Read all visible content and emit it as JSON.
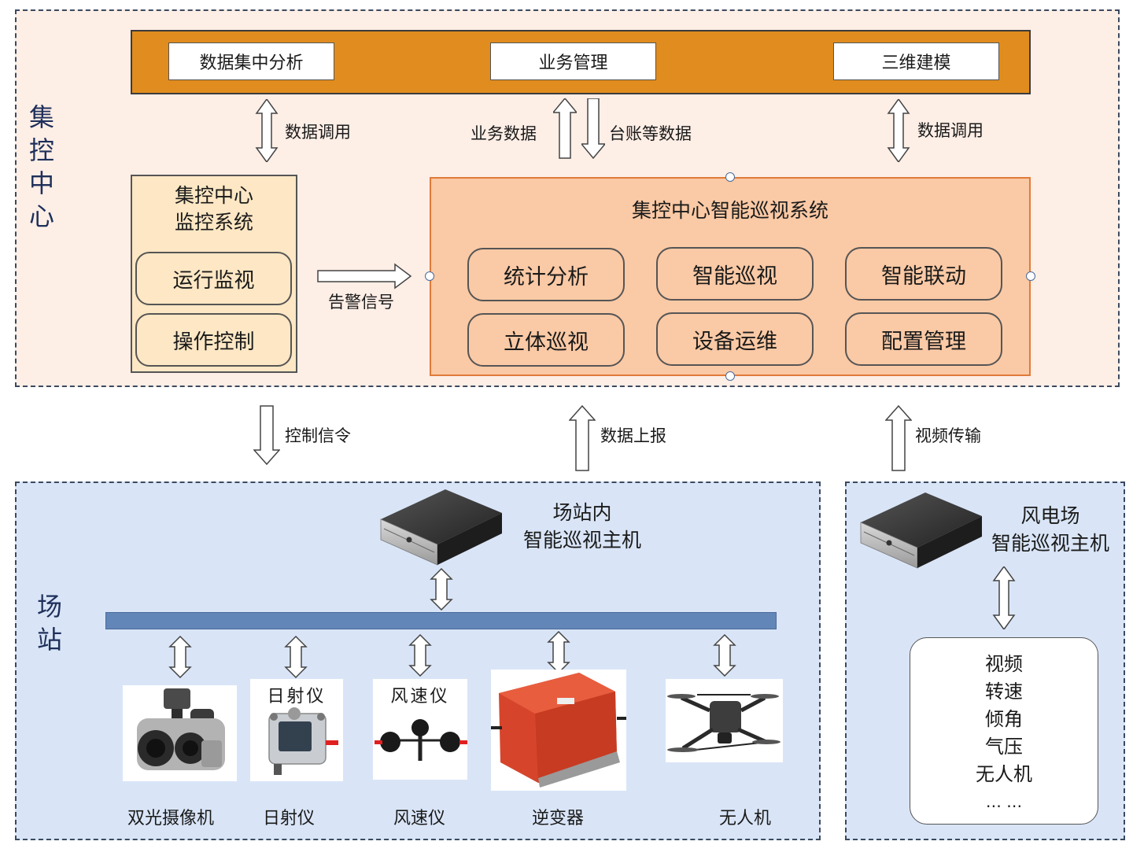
{
  "center": {
    "title": "集控中心",
    "top_modules": [
      "数据集中分析",
      "业务管理",
      "三维建模"
    ],
    "links": {
      "data_call_left": "数据调用",
      "business_data": "业务数据",
      "ledger_data": "台账等数据",
      "data_call_right": "数据调用",
      "alarm_signal": "告警信号"
    },
    "monitor": {
      "title_line1": "集控中心",
      "title_line2": "监控系统",
      "items": [
        "运行监视",
        "操作控制"
      ]
    },
    "patrol": {
      "title": "集控中心智能巡视系统",
      "items": [
        "统计分析",
        "智能巡视",
        "智能联动",
        "立体巡视",
        "设备运维",
        "配置管理"
      ]
    }
  },
  "between": {
    "control": "控制信令",
    "report": "数据上报",
    "video": "视频传输"
  },
  "station": {
    "title": "场站",
    "host_line1": "场站内",
    "host_line2": "智能巡视主机",
    "devices": [
      "双光摄像机",
      "日射仪",
      "风速仪",
      "逆变器",
      "无人机"
    ],
    "device_image_titles": {
      "pyranometer": "日射仪",
      "anemometer": "风速仪"
    }
  },
  "wind_farm": {
    "host_line1": "风电场",
    "host_line2": "智能巡视主机",
    "data_items": [
      "视频",
      "转速",
      "倾角",
      "气压",
      "无人机",
      "… …"
    ]
  },
  "colors": {
    "center_bg": "#fdeee6",
    "top_bar": "#e08c1e",
    "monitor_box": "#fde7c4",
    "patrol_box": "#fac9a5",
    "station_bg": "#d9e5f7",
    "bus_bar": "#6386b8"
  }
}
